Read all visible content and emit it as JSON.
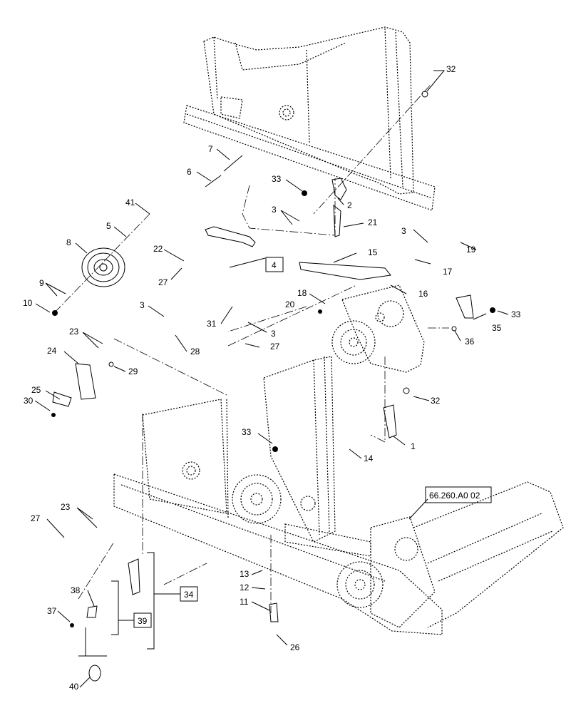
{
  "callouts": [
    {
      "id": "c1",
      "text": "1"
    },
    {
      "id": "c2",
      "text": "2"
    },
    {
      "id": "c3a",
      "text": "3"
    },
    {
      "id": "c3b",
      "text": "3"
    },
    {
      "id": "c3c",
      "text": "3"
    },
    {
      "id": "c3d",
      "text": "3"
    },
    {
      "id": "c5",
      "text": "5"
    },
    {
      "id": "c6",
      "text": "6"
    },
    {
      "id": "c7",
      "text": "7"
    },
    {
      "id": "c8",
      "text": "8"
    },
    {
      "id": "c9",
      "text": "9"
    },
    {
      "id": "c10",
      "text": "10"
    },
    {
      "id": "c11",
      "text": "11"
    },
    {
      "id": "c12",
      "text": "12"
    },
    {
      "id": "c13",
      "text": "13"
    },
    {
      "id": "c14",
      "text": "14"
    },
    {
      "id": "c15",
      "text": "15"
    },
    {
      "id": "c16",
      "text": "16"
    },
    {
      "id": "c17",
      "text": "17"
    },
    {
      "id": "c18",
      "text": "18"
    },
    {
      "id": "c19",
      "text": "19"
    },
    {
      "id": "c20",
      "text": "20"
    },
    {
      "id": "c21",
      "text": "21"
    },
    {
      "id": "c22",
      "text": "22"
    },
    {
      "id": "c23a",
      "text": "23"
    },
    {
      "id": "c23b",
      "text": "23"
    },
    {
      "id": "c24",
      "text": "24"
    },
    {
      "id": "c25",
      "text": "25"
    },
    {
      "id": "c26",
      "text": "26"
    },
    {
      "id": "c27a",
      "text": "27"
    },
    {
      "id": "c27b",
      "text": "27"
    },
    {
      "id": "c27c",
      "text": "27"
    },
    {
      "id": "c28",
      "text": "28"
    },
    {
      "id": "c29",
      "text": "29"
    },
    {
      "id": "c30",
      "text": "30"
    },
    {
      "id": "c31",
      "text": "31"
    },
    {
      "id": "c32a",
      "text": "32"
    },
    {
      "id": "c32b",
      "text": "32"
    },
    {
      "id": "c33a",
      "text": "33"
    },
    {
      "id": "c33b",
      "text": "33"
    },
    {
      "id": "c33c",
      "text": "33"
    },
    {
      "id": "c35",
      "text": "35"
    },
    {
      "id": "c36",
      "text": "36"
    },
    {
      "id": "c37",
      "text": "37"
    },
    {
      "id": "c38",
      "text": "38"
    },
    {
      "id": "c40",
      "text": "40"
    },
    {
      "id": "c41",
      "text": "41"
    }
  ],
  "boxed_callouts": {
    "b4": "4",
    "b34": "34",
    "b39": "39",
    "ref": "66.260.A0 02"
  }
}
